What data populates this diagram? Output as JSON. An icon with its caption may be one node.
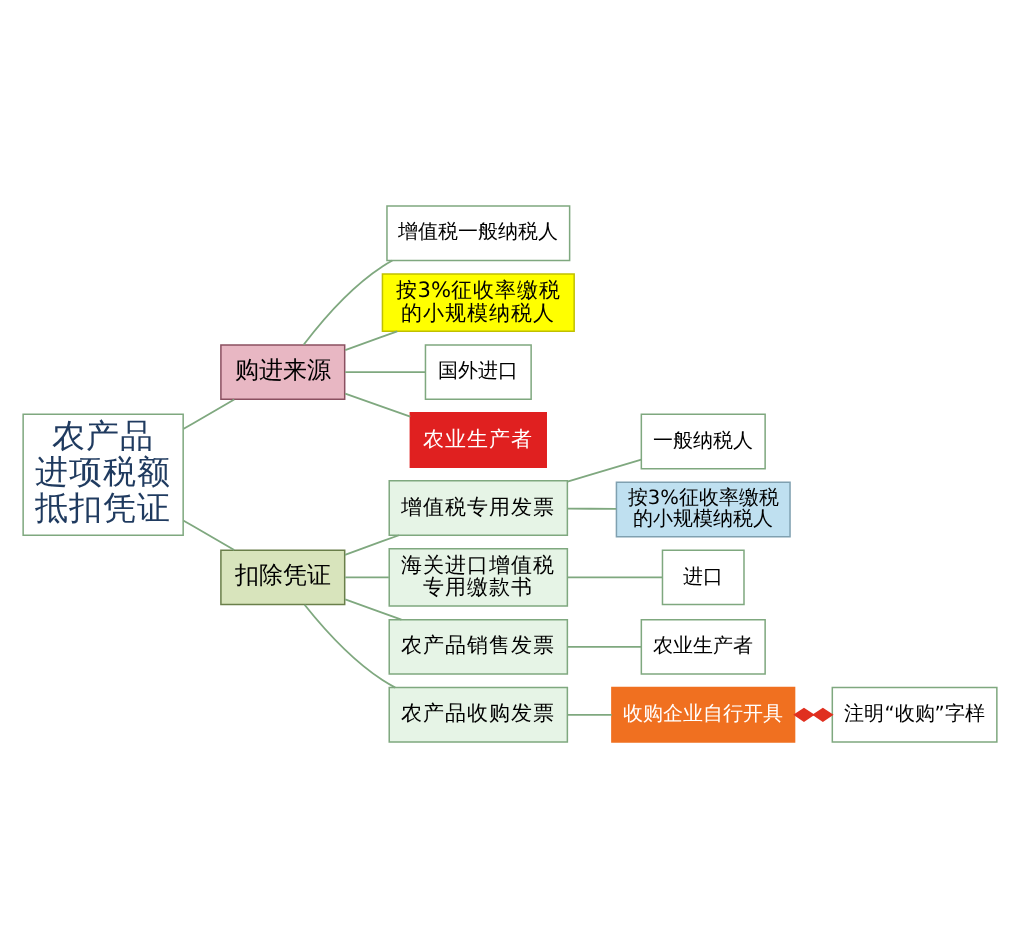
{
  "diagram": {
    "nodes": [
      {
        "text": [
          "农产品进项税额抵扣凭证"
        ]
      },
      {
        "text": [
          "购进来源"
        ]
      },
      {
        "text": [
          "增值税一般纳税人"
        ]
      },
      {
        "text": [
          "按3%征收率缴税的小规模纳税人"
        ]
      },
      {
        "text": [
          "国外进口"
        ]
      },
      {
        "text": [
          "农业生产者"
        ]
      },
      {
        "text": [
          "扣除凭证"
        ]
      },
      {
        "text": [
          "增值税专用发票"
        ]
      },
      {
        "text": [
          "一般纳税人"
        ]
      },
      {
        "text": [
          "按3%征收率缴税的小规模纳税人"
        ]
      },
      {
        "text": [
          "海关进口增值税专用缴款书"
        ]
      },
      {
        "text": [
          "进口"
        ]
      },
      {
        "text": [
          "农产品销售发票"
        ]
      },
      {
        "text": [
          "农业生产者"
        ]
      },
      {
        "text": [
          "农产品收购发票"
        ]
      },
      {
        "text": [
          "收购企业自行开具"
        ]
      },
      {
        "text": [
          "注明“收购”字样"
        ]
      }
    ],
    "edges": [
      {
        "from": 0,
        "to": 1,
        "arrow": "none"
      },
      {
        "from": 1,
        "to": 2,
        "arrow": "none"
      },
      {
        "from": 1,
        "to": 3,
        "arrow": "none"
      },
      {
        "from": 1,
        "to": 4,
        "arrow": "none"
      },
      {
        "from": 1,
        "to": 5,
        "arrow": "none"
      },
      {
        "from": 0,
        "to": 6,
        "arrow": "none"
      },
      {
        "from": 6,
        "to": 7,
        "arrow": "none"
      },
      {
        "from": 6,
        "to": 10,
        "arrow": "none"
      },
      {
        "from": 6,
        "to": 12,
        "arrow": "none"
      },
      {
        "from": 6,
        "to": 14,
        "arrow": "none"
      },
      {
        "from": 7,
        "to": 8,
        "arrow": "none"
      },
      {
        "from": 7,
        "to": 9,
        "arrow": "none"
      },
      {
        "from": 10,
        "to": 11,
        "arrow": "none"
      },
      {
        "from": 12,
        "to": 13,
        "arrow": "none"
      },
      {
        "from": 14,
        "to": 15,
        "arrow": "none"
      },
      {
        "from": 15,
        "to": 16,
        "arrow": "other",
        "color": "#e03020"
      }
    ]
  }
}
